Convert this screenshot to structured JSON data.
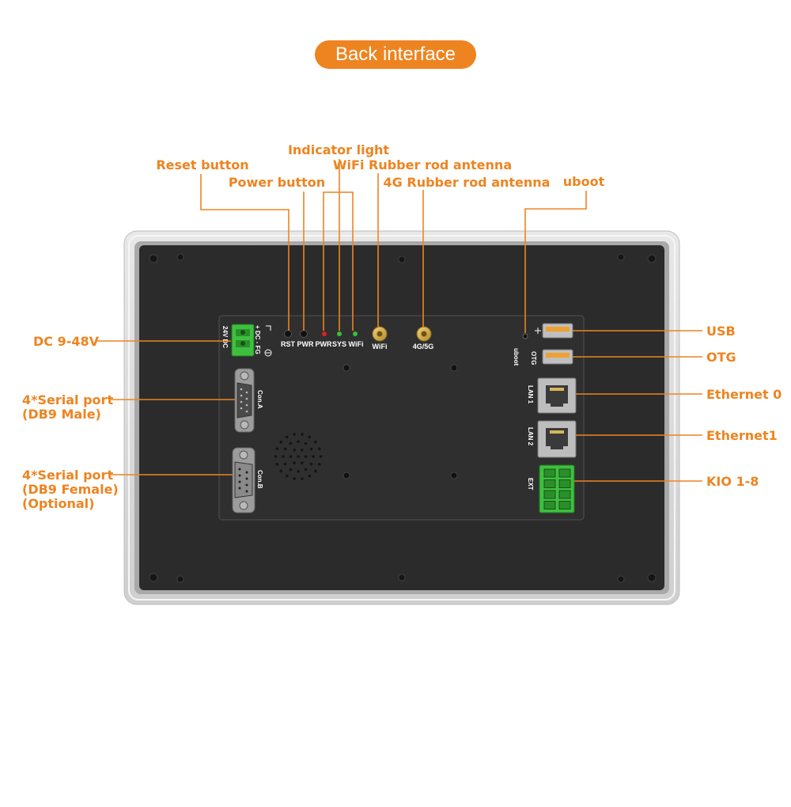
{
  "title": "Back interface",
  "callouts": {
    "indicator_light": "Indicator light",
    "reset_button": "Reset button",
    "wifi_antenna": "WiFi Rubber rod antenna",
    "power_button": "Power button",
    "lte_antenna": "4G Rubber rod antenna",
    "uboot": "uboot",
    "dc": "DC 9-48V",
    "serial_male_1": "4*Serial port",
    "serial_male_2": "(DB9 Male)",
    "serial_female_1": "4*Serial port",
    "serial_female_2": "(DB9 Female)",
    "serial_female_3": "(Optional)",
    "usb": "USB",
    "otg": "OTG",
    "ethernet0": "Ethernet 0",
    "ethernet1": "Ethernet1",
    "kio": "KIO 1-8"
  },
  "silkscreen": {
    "rst": "RST",
    "pwr_button": "PWR",
    "pwr_led": "PWR",
    "sys_led": "SYS",
    "wifi_led": "WiFi",
    "wifi_port": "WiFi",
    "lte_port": "4G/5G",
    "dc_power": "24V DC",
    "dc_pins": "+ DC - FG",
    "con_a": "Con.A",
    "con_b": "Con.B",
    "uboot": "uboot",
    "otg": "OTG",
    "lan1": "LAN 1",
    "lan2": "LAN 2",
    "ext": "EXT"
  },
  "colors": {
    "accent": "#ee8420",
    "housing": "#2b2b2b",
    "terminal": "#3fbf3f",
    "led_red": "#e02020",
    "led_green": "#38c038"
  },
  "icons": [
    "usb-icon",
    "ground-icon",
    "speaker-grille"
  ]
}
